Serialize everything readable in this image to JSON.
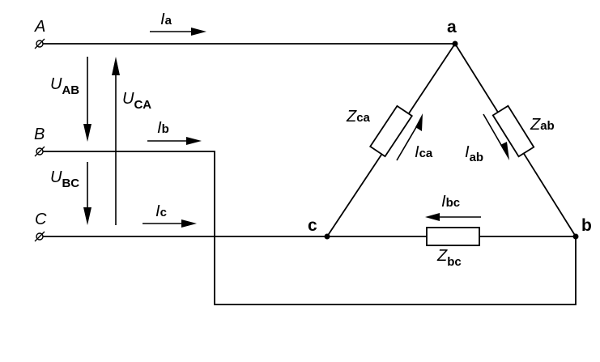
{
  "terminals": {
    "A": "A",
    "B": "B",
    "C": "C"
  },
  "nodes": {
    "a": "a",
    "b": "b",
    "c": "c"
  },
  "line_currents": {
    "Ia": {
      "sym": "I",
      "sub": "a"
    },
    "Ib": {
      "sym": "I",
      "sub": "b"
    },
    "Ic": {
      "sym": "I",
      "sub": "c"
    }
  },
  "phase_currents": {
    "Iab": {
      "sym": "I",
      "sub": "ab"
    },
    "Ibc": {
      "sym": "I",
      "sub": "bc"
    },
    "Ica": {
      "sym": "I",
      "sub": "ca"
    }
  },
  "impedances": {
    "Zab": {
      "sym": "Z",
      "sub": "ab"
    },
    "Zbc": {
      "sym": "Z",
      "sub": "bc"
    },
    "Zca": {
      "sym": "Z",
      "sub": "ca"
    }
  },
  "voltages": {
    "UAB": {
      "sym": "U",
      "sub": "AB"
    },
    "UBC": {
      "sym": "U",
      "sub": "BC"
    },
    "UCA": {
      "sym": "U",
      "sub": "CA"
    }
  }
}
